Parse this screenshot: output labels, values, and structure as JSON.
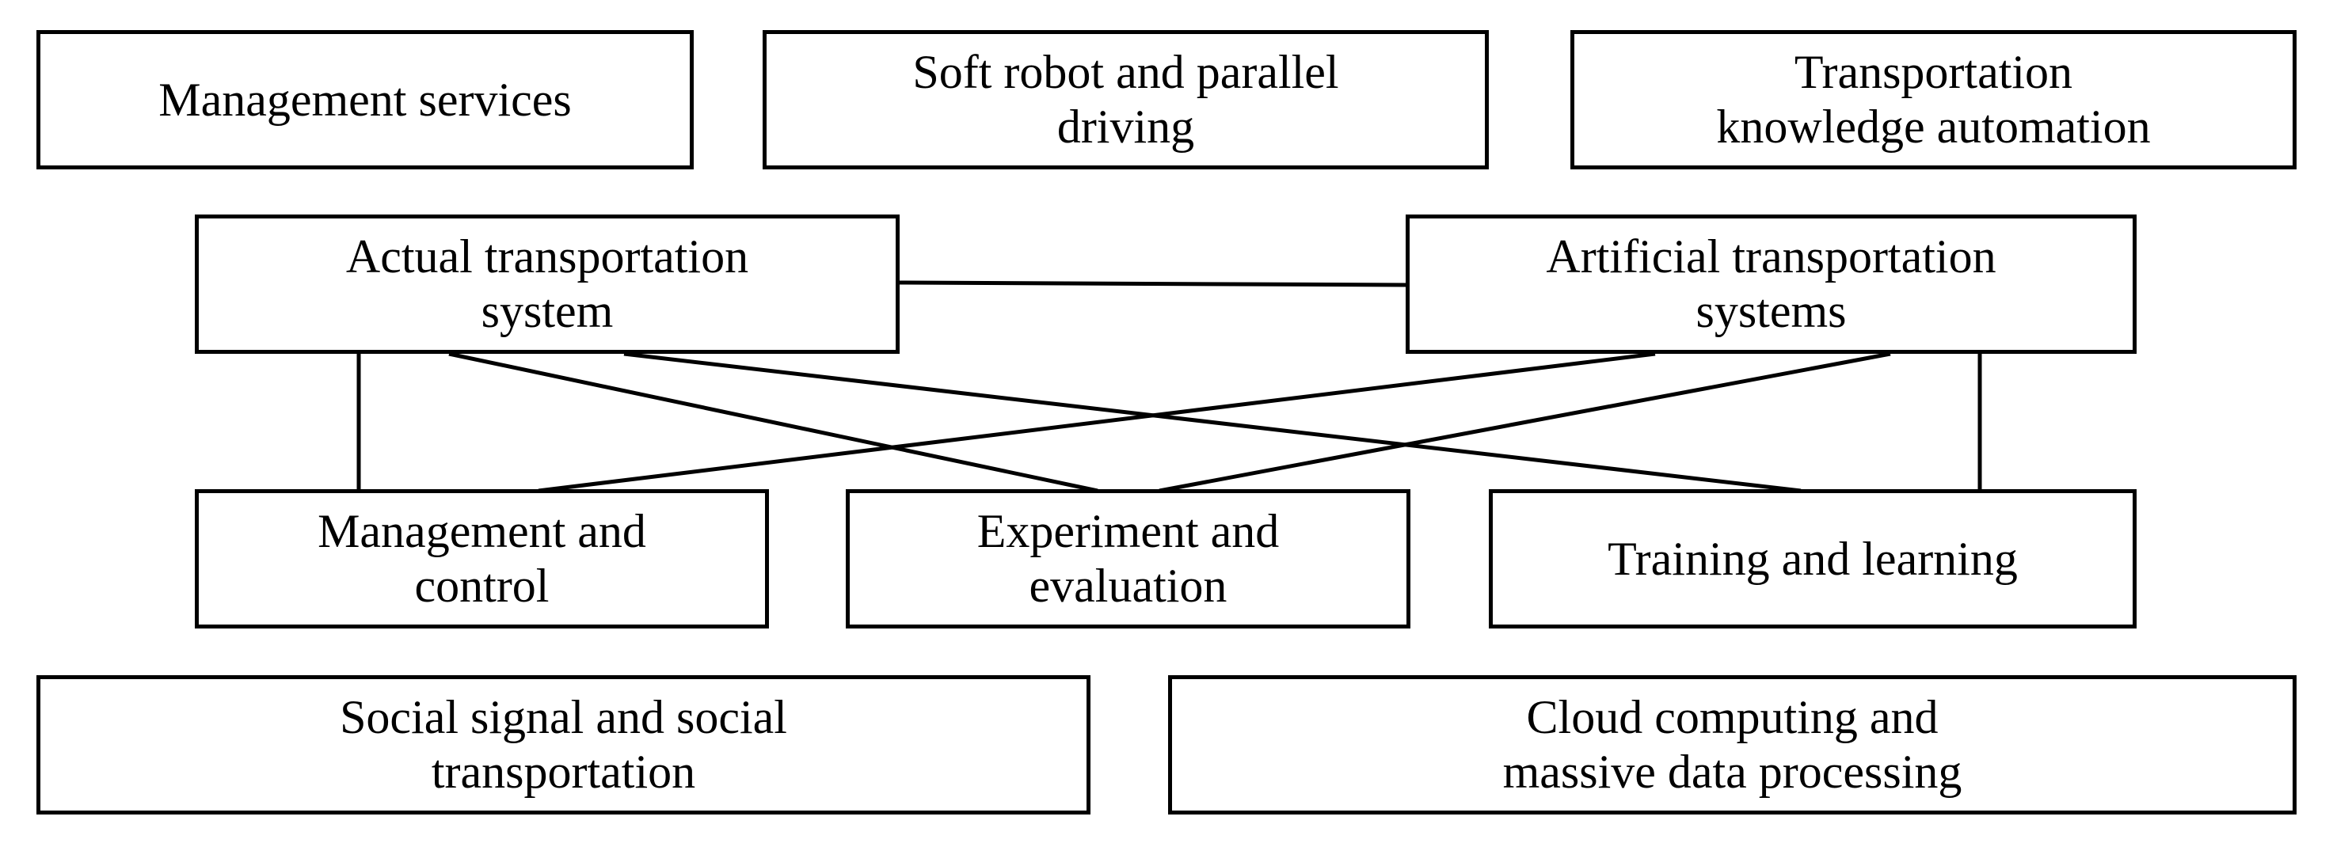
{
  "boxes": {
    "management_services": "Management services",
    "soft_robot": "Soft robot and parallel\ndriving",
    "knowledge_automation": "Transportation\nknowledge automation",
    "actual_system": "Actual transportation\nsystem",
    "artificial_systems": "Artificial transportation\nsystems",
    "management_control": "Management and\ncontrol",
    "experiment_evaluation": "Experiment and\nevaluation",
    "training_learning": "Training and learning",
    "social_signal": "Social signal and social\ntransportation",
    "cloud_computing": "Cloud computing and\nmassive data processing"
  },
  "colors": {
    "stroke": "#000000",
    "background": "#ffffff"
  }
}
